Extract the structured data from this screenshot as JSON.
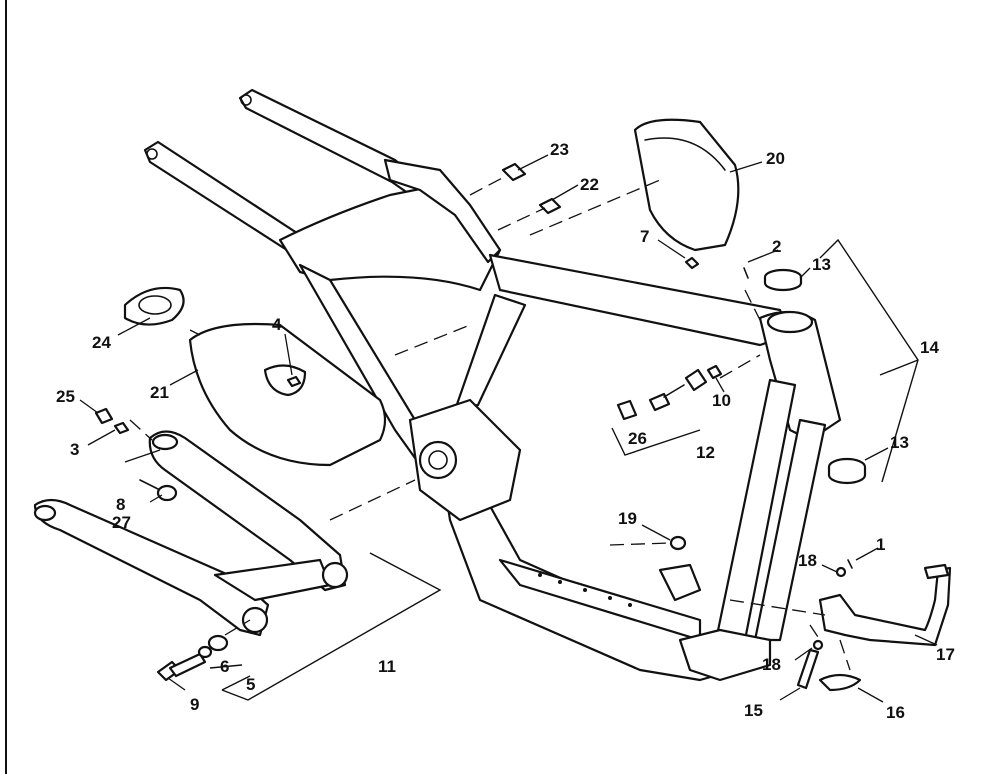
{
  "callouts": [
    {
      "id": "c1",
      "text": "1"
    },
    {
      "id": "c2",
      "text": "2"
    },
    {
      "id": "c3",
      "text": "3"
    },
    {
      "id": "c4",
      "text": "4"
    },
    {
      "id": "c5",
      "text": "5"
    },
    {
      "id": "c6",
      "text": "6"
    },
    {
      "id": "c7",
      "text": "7"
    },
    {
      "id": "c8",
      "text": "8"
    },
    {
      "id": "c9",
      "text": "9"
    },
    {
      "id": "c10",
      "text": "10"
    },
    {
      "id": "c11",
      "text": "11"
    },
    {
      "id": "c12",
      "text": "12"
    },
    {
      "id": "c13a",
      "text": "13"
    },
    {
      "id": "c13b",
      "text": "13"
    },
    {
      "id": "c14",
      "text": "14"
    },
    {
      "id": "c15",
      "text": "15"
    },
    {
      "id": "c16",
      "text": "16"
    },
    {
      "id": "c17",
      "text": "17"
    },
    {
      "id": "c18a",
      "text": "18"
    },
    {
      "id": "c18b",
      "text": "18"
    },
    {
      "id": "c19",
      "text": "19"
    },
    {
      "id": "c20",
      "text": "20"
    },
    {
      "id": "c21",
      "text": "21"
    },
    {
      "id": "c22",
      "text": "22"
    },
    {
      "id": "c23",
      "text": "23"
    },
    {
      "id": "c24",
      "text": "24"
    },
    {
      "id": "c25",
      "text": "25"
    },
    {
      "id": "c26",
      "text": "26"
    },
    {
      "id": "c27",
      "text": "27"
    }
  ]
}
